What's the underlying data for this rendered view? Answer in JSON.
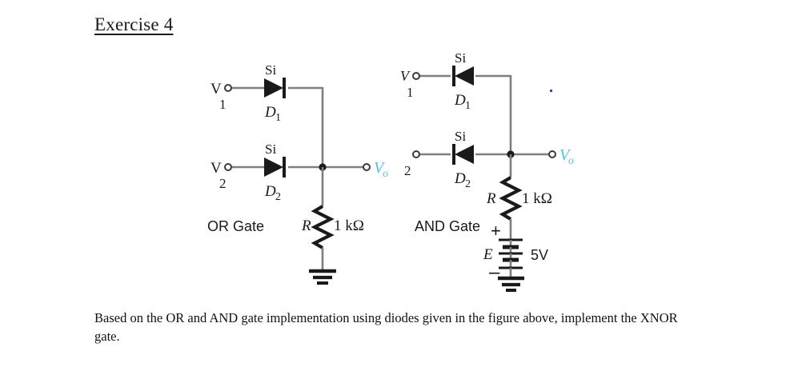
{
  "page": {
    "title": "Exercise 4",
    "prompt": "Based on the OR and AND gate implementation using diodes given in the figure above, implement the XNOR gate."
  },
  "figure": {
    "or_gate": {
      "caption": "OR Gate",
      "inputs": [
        {
          "prefix": "V",
          "subscript": "1"
        },
        {
          "prefix": "V",
          "subscript": "2"
        }
      ],
      "diodes": [
        {
          "material": "Si",
          "label": "D",
          "subscript": "1",
          "direction": "right"
        },
        {
          "material": "Si",
          "label": "D",
          "subscript": "2",
          "direction": "right"
        }
      ],
      "resistor": {
        "symbol": "R",
        "value": "1 kΩ"
      },
      "output": {
        "label": "V",
        "subscript": "o"
      },
      "ground": true
    },
    "and_gate": {
      "caption": "AND Gate",
      "inputs": [
        {
          "prefix": "V",
          "subscript": "1"
        },
        {
          "prefix": "",
          "subscript": "2"
        }
      ],
      "diodes": [
        {
          "material": "Si",
          "label": "D",
          "subscript": "1",
          "direction": "left"
        },
        {
          "material": "Si",
          "label": "D",
          "subscript": "2",
          "direction": "left"
        }
      ],
      "resistor": {
        "symbol": "R",
        "value": "1 kΩ"
      },
      "source": {
        "symbol": "E",
        "value": "5V",
        "plus": "+",
        "minus": "–"
      },
      "output": {
        "label": "V",
        "subscript": "o"
      },
      "ground": true
    },
    "colors": {
      "wire": "#7f7f7f",
      "component": "#1a1a1a",
      "output_label": "#4fc3ee",
      "artifact_dot": "#3b3bd6"
    }
  }
}
